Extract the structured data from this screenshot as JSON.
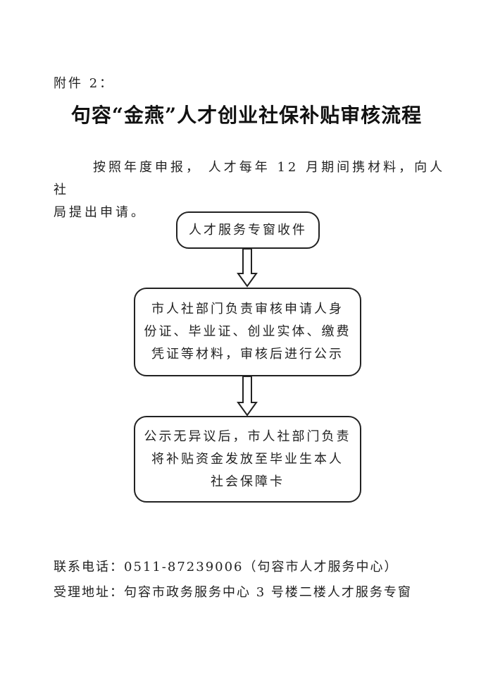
{
  "attachment_label": "附件 2：",
  "title": "句容“金燕”人才创业社保补贴审核流程",
  "intro": {
    "line1": "按照年度申报， 人才每年 12 月期间携材料，向人社",
    "line2": "局提出申请。"
  },
  "flow": {
    "step1": [
      "人才服务专窗收件"
    ],
    "step2": [
      "市人社部门负责审核申请人身",
      "份证、毕业证、创业实体、缴费",
      "凭证等材料，审核后进行公示"
    ],
    "step3": [
      "公示无异议后，市人社部门负责",
      "将补贴资金发放至毕业生本人",
      "社会保障卡"
    ]
  },
  "footer": {
    "phone": "联系电话：0511-87239006（句容市人才服务中心）",
    "address": "受理地址：句容市政务服务中心 3 号楼二楼人才服务专窗"
  }
}
